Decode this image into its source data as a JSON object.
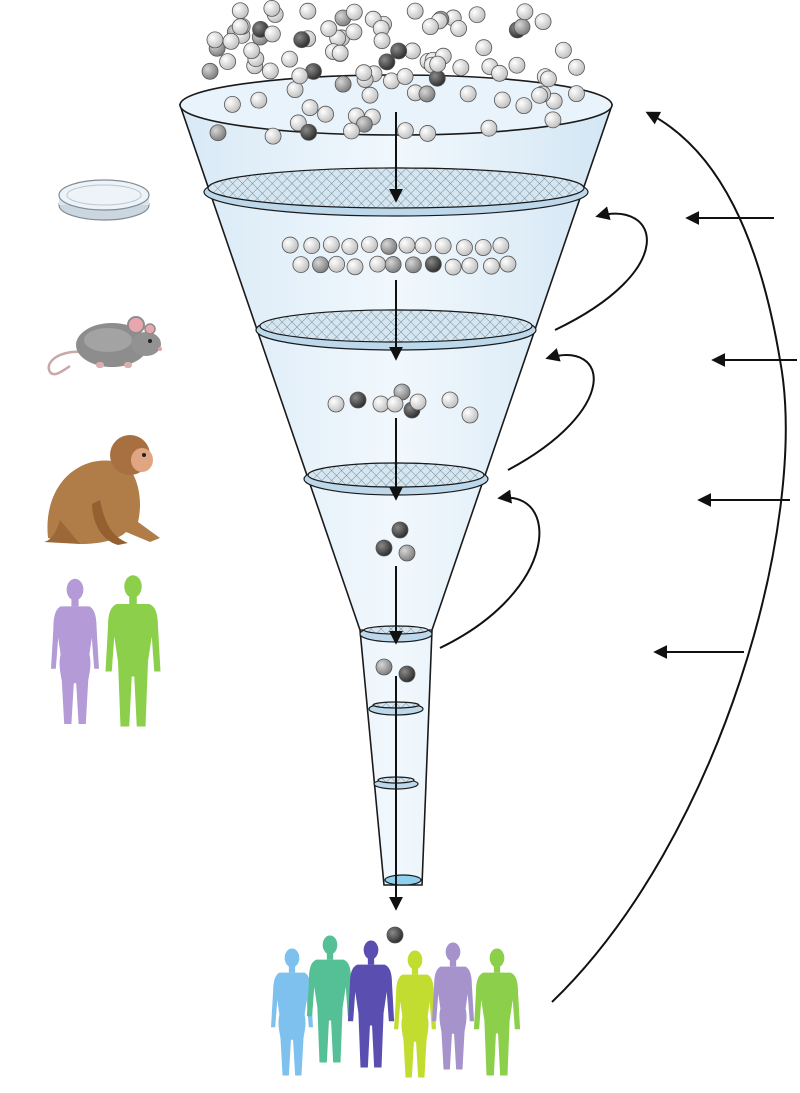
{
  "diagram": {
    "kind": "drug-discovery-funnel",
    "stages": [
      {
        "name": "in-vitro",
        "icon": "petri-dish-icon"
      },
      {
        "name": "rodent",
        "icon": "mouse-icon"
      },
      {
        "name": "primate",
        "icon": "monkey-icon"
      },
      {
        "name": "human-trial",
        "icon": "two-humans-icon"
      },
      {
        "name": "population",
        "icon": "population-icon"
      }
    ],
    "compound_counts_per_tier": [
      100,
      24,
      9,
      3,
      2,
      1
    ],
    "colors": {
      "funnel_fill": "#e4f1fb",
      "funnel_edge": "#1a1a1a",
      "mesh_fill": "#cfe2ef",
      "sphere_light": "#e8e8e8",
      "sphere_dark": "#4a4a4a",
      "arrow": "#111111",
      "petri": "#dfe7ee",
      "mouse": "#8e8e8e",
      "monkey": "#b07c48",
      "human_violet": "#b49ad6",
      "human_green": "#8ccf4b",
      "crowd": [
        "#7ec1ee",
        "#55c095",
        "#5a4eb0",
        "#c2dc2f",
        "#a793cc",
        "#8ccf4b"
      ]
    }
  }
}
